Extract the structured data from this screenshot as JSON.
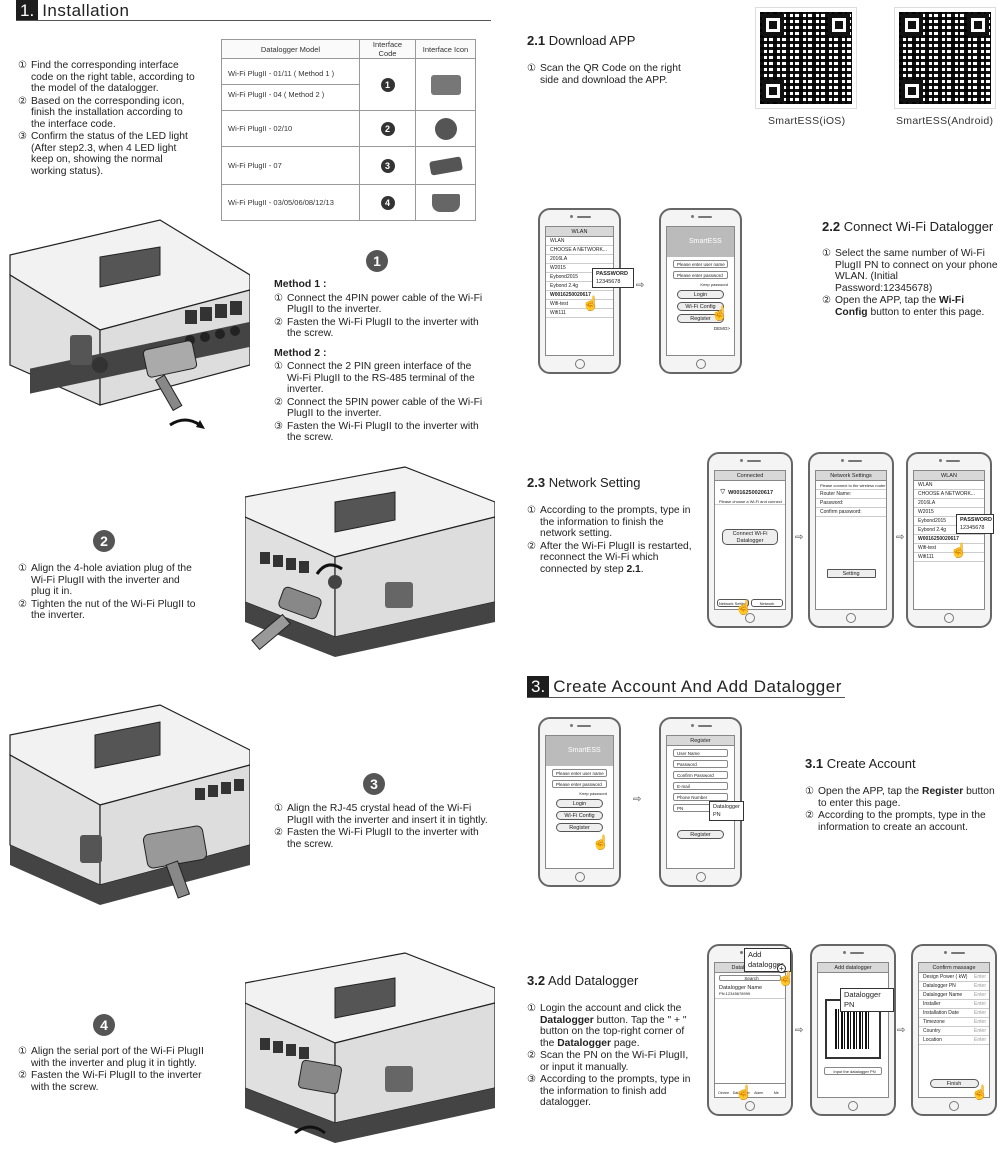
{
  "section1": {
    "number": "1.",
    "title": "Installation",
    "steps": [
      {
        "n": "①",
        "text": "Find the corresponding interface code on the right table, according to the model of the datalogger."
      },
      {
        "n": "②",
        "text": "Based on the corresponding icon, finish the installation according to the interface code."
      },
      {
        "n": "③",
        "text": "Confirm the status of the LED light (After step2.3,  when 4 LED light keep on, showing the normal working status)."
      }
    ],
    "table": {
      "headers": [
        "Datalogger Model",
        "Interface Code",
        "Interface Icon"
      ],
      "rows": [
        {
          "model": "Wi-Fi PlugII - 01/11 ( Method 1 )",
          "model2": "Wi-Fi PlugII - 04 ( Method 2 )",
          "code": "1"
        },
        {
          "model": "Wi-Fi PlugII - 02/10",
          "code": "2"
        },
        {
          "model": "Wi-Fi PlugII - 07",
          "code": "3"
        },
        {
          "model": "Wi-Fi PlugII - 03/05/06/08/12/13",
          "code": "4"
        }
      ]
    },
    "method_block": {
      "badge": "1",
      "method1_title": "Method 1 :",
      "method1_steps": [
        {
          "n": "①",
          "text": "Connect the 4PIN power cable of the Wi-Fi PlugII to the inverter."
        },
        {
          "n": "②",
          "text": "Fasten the Wi-Fi PlugII to the inverter with the screw."
        }
      ],
      "method2_title": "Method 2 :",
      "method2_steps": [
        {
          "n": "①",
          "text": "Connect the 2 PIN green interface of the Wi-Fi PlugII to the RS-485 terminal of the inverter."
        },
        {
          "n": "②",
          "text": "Connect the 5PIN power cable of the Wi-Fi PlugII to the inverter."
        },
        {
          "n": "③",
          "text": "Fasten the Wi-Fi PlugII to the inverter with the screw."
        }
      ]
    },
    "block2": {
      "badge": "2",
      "steps": [
        {
          "n": "①",
          "text": "Align the 4-hole aviation plug of the Wi-Fi PlugII with the inverter and plug it in."
        },
        {
          "n": "②",
          "text": "Tighten the nut of the Wi-Fi PlugII to the inverter."
        }
      ]
    },
    "block3": {
      "badge": "3",
      "steps": [
        {
          "n": "①",
          "text": "Align the RJ-45 crystal head of the Wi-Fi PlugII with the inverter and insert it in tightly."
        },
        {
          "n": "②",
          "text": "Fasten the Wi-Fi PlugII to the inverter with the screw."
        }
      ]
    },
    "block4": {
      "badge": "4",
      "steps": [
        {
          "n": "①",
          "text": "Align the serial port of the Wi-Fi PlugII with the inverter and plug it in tightly."
        },
        {
          "n": "②",
          "text": "Fasten the Wi-Fi PlugII to the inverter with the screw."
        }
      ]
    }
  },
  "s21": {
    "num": "2.1",
    "title": "Download APP",
    "steps": [
      {
        "n": "①",
        "text": "Scan the QR Code on the right side and download the APP."
      }
    ],
    "qr_ios": "SmartESS(iOS)",
    "qr_android": "SmartESS(Android)"
  },
  "s22": {
    "num": "2.2",
    "title": "Connect Wi-Fi Datalogger",
    "step1": "Select the same number of Wi-Fi PlugII PN to connect on your phone WLAN. (Initial Password:12345678)",
    "step2_a": "Open the APP, tap the ",
    "step2_b": "Wi-Fi Config",
    "step2_c": " button to enter this page.",
    "n1": "①",
    "n2": "②"
  },
  "s23": {
    "num": "2.3",
    "title": "Network Setting",
    "step1": "According to the prompts, type in the information to finish the network setting.",
    "step2_a": "After the Wi-Fi PlugII is restarted, reconnect the Wi-Fi which connected by step ",
    "step2_b": "2.1",
    "step2_c": ".",
    "n1": "①",
    "n2": "②"
  },
  "section3": {
    "number": "3.",
    "title": "Create Account And Add Datalogger"
  },
  "s31": {
    "num": "3.1",
    "title": "Create Account",
    "step1_a": "Open the APP, tap the ",
    "step1_b": "Register",
    "step1_c": " button to enter this page.",
    "step2": "According to the prompts, type in the information to create an account.",
    "n1": "①",
    "n2": "②"
  },
  "s32": {
    "num": "3.2",
    "title": "Add Datalogger",
    "step1_a": "Login the account and click the ",
    "step1_b": "Datalogger",
    "step1_c": " button. Tap the \" + \" button on the top-right corner of the ",
    "step1_d": "Datalogger",
    "step1_e": " page.",
    "step2": "Scan the PN on the Wi-Fi PlugII, or input it manually.",
    "step3": "According to the prompts, type in the information to finish add datalogger.",
    "n1": "①",
    "n2": "②",
    "n3": "③"
  },
  "phones": {
    "wlan": {
      "title": "WLAN",
      "rows": [
        "WLAN",
        "CHOOSE A NETWORK...",
        "2016LA",
        "W2015",
        "Eybond2015",
        "Eybond 2.4g",
        "W0016250020617",
        "Wifi-test",
        "Wifi111"
      ],
      "pop_title": "PASSWORD",
      "pop_value": "12345678"
    },
    "login": {
      "brand": "SmartESS",
      "user": "Please enter user name",
      "pass": "Please enter password",
      "keep": "Keep password",
      "login": "Login",
      "wifi": "Wi-Fi Config",
      "register": "Register",
      "demo": "DEMO>"
    },
    "connected": {
      "title": "Connected",
      "pn": "W0016250020617",
      "hint": "Please choose a Wi-Fi and connect",
      "btn": "Connect Wi-Fi Datalogger",
      "tab1": "Network Setting",
      "tab2": "Network Diagnosis"
    },
    "netset": {
      "title": "Network Settings",
      "hint": "Please connect to the wireless router",
      "router": "Router Name:",
      "password": "Password:",
      "confirm": "Confirm password:",
      "btn": "Setting"
    },
    "register": {
      "title": "Register",
      "fields": [
        "User Name",
        "Password",
        "Confirm Password",
        "E-mail",
        "Phone Number",
        "PN"
      ],
      "pop": "Datalogger PN",
      "btn": "Register"
    },
    "dlist": {
      "pop": "Add datalogger",
      "title": "Datalogger List",
      "search": "Search",
      "item": "Datalogger Name",
      "item_pn": "PN:12345678999",
      "tabs": [
        "Device",
        "Datalogger",
        "Alarm",
        "Me"
      ]
    },
    "scan": {
      "title": "Add datalogger",
      "pop": "Datalogger PN",
      "input": "Input the datalogger PN"
    },
    "confirm": {
      "title": "Confirm massage",
      "rows": [
        "Design Power ( kW)",
        "Datalogger PN",
        "Datalogger Name",
        "Installer",
        "Installation Date",
        "Timezone",
        "Country",
        "Location"
      ],
      "enter": "Enter",
      "btn": "Finish"
    }
  }
}
